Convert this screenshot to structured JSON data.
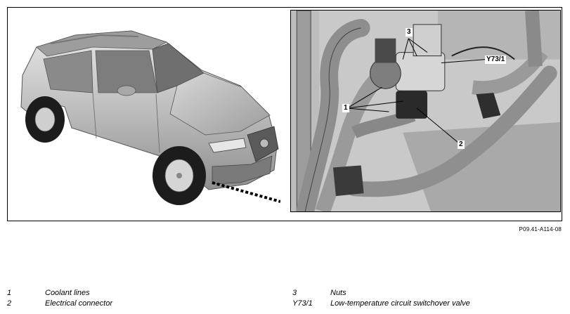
{
  "figure": {
    "doc_id": "P09.41-A114-08",
    "callouts": [
      {
        "id": "1",
        "label": "1"
      },
      {
        "id": "2",
        "label": "2"
      },
      {
        "id": "3",
        "label": "3"
      },
      {
        "id": "Y73/1",
        "label": "Y73/1"
      }
    ]
  },
  "legend": {
    "left": [
      {
        "key": "1",
        "text": "Coolant lines"
      },
      {
        "key": "2",
        "text": "Electrical connector"
      }
    ],
    "right": [
      {
        "key": "3",
        "text": "Nuts"
      },
      {
        "key": "Y73/1",
        "text": "Low-temperature circuit switchover valve"
      }
    ]
  },
  "colors": {
    "frame": "#000000",
    "car_body": "#b9b9b9",
    "engine_bg": "#cfcfcf",
    "hose": "#8e8e8e"
  }
}
